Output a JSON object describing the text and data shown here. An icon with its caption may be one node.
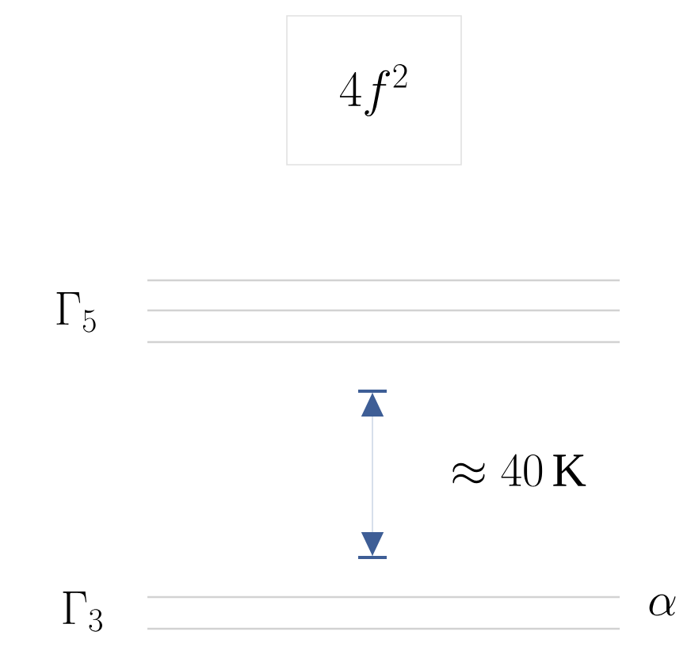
{
  "diagram": {
    "nodes": [
      {
        "text": [
          "4f^{2}"
        ]
      }
    ],
    "labels": [
      "\\Gamma_{5}",
      "\\approx 40\\,\\mathrm{K}",
      "\\Gamma_{3}",
      "\\alpha"
    ]
  }
}
